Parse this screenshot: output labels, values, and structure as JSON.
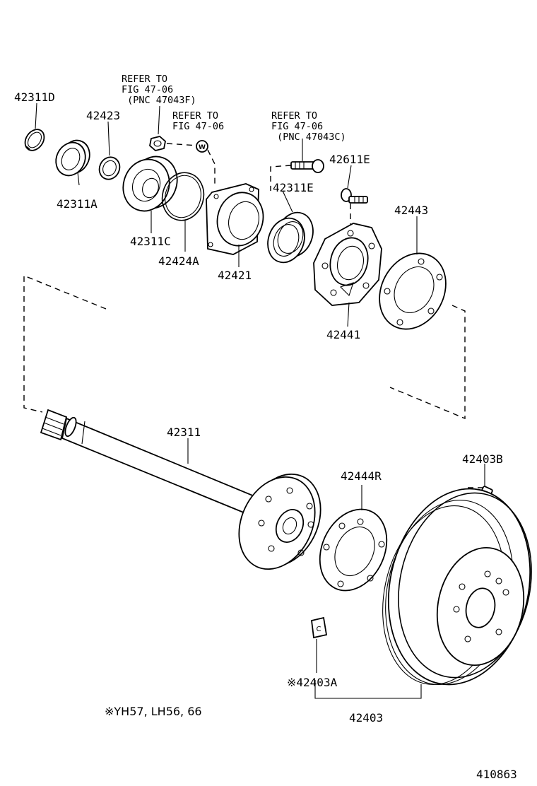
{
  "labels": {
    "p42311D": "42311D",
    "p42423": "42423",
    "p42311A": "42311A",
    "p42311C": "42311C",
    "p42424A": "42424A",
    "p42421": "42421",
    "p42311E": "42311E",
    "p42611E": "42611E",
    "p42443": "42443",
    "p42441": "42441",
    "p42311": "42311",
    "p42444R": "42444R",
    "p42403B": "42403B",
    "p42403A": "※42403A",
    "p42403": "42403"
  },
  "refs": {
    "ref1": [
      "REFER TO",
      "FIG 47-06",
      " (PNC 47043F)"
    ],
    "ref2": [
      "REFER TO",
      "FIG 47-06"
    ],
    "ref3": [
      "REFER TO",
      "FIG 47-06",
      " (PNC 47043C)"
    ]
  },
  "marks": {
    "w_mark": "W",
    "c_mark": "C"
  },
  "note": "※YH57, LH56, 66",
  "figure_id": "410863"
}
